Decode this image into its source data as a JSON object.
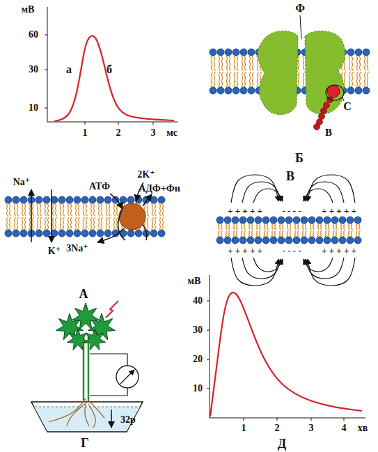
{
  "diagram": {
    "labels": [
      "мВ",
      "60",
      "30",
      "10",
      "1",
      "2",
      "3",
      "мс",
      "а",
      "б",
      "Ф",
      "С",
      "В",
      "Б",
      "Na⁺",
      "K⁺",
      "АТФ",
      "2K⁺",
      "АДФ+Фн",
      "3Na⁺",
      "А",
      "В",
      "+ + + + +",
      "- - - -",
      "+ + + + +",
      "+ + + + +",
      "- - - -",
      "+ + + + +",
      "32р",
      "Г",
      "мВ",
      "40",
      "30",
      "20",
      "10",
      "1",
      "2",
      "3",
      "4",
      "хв",
      "Д"
    ]
  }
}
